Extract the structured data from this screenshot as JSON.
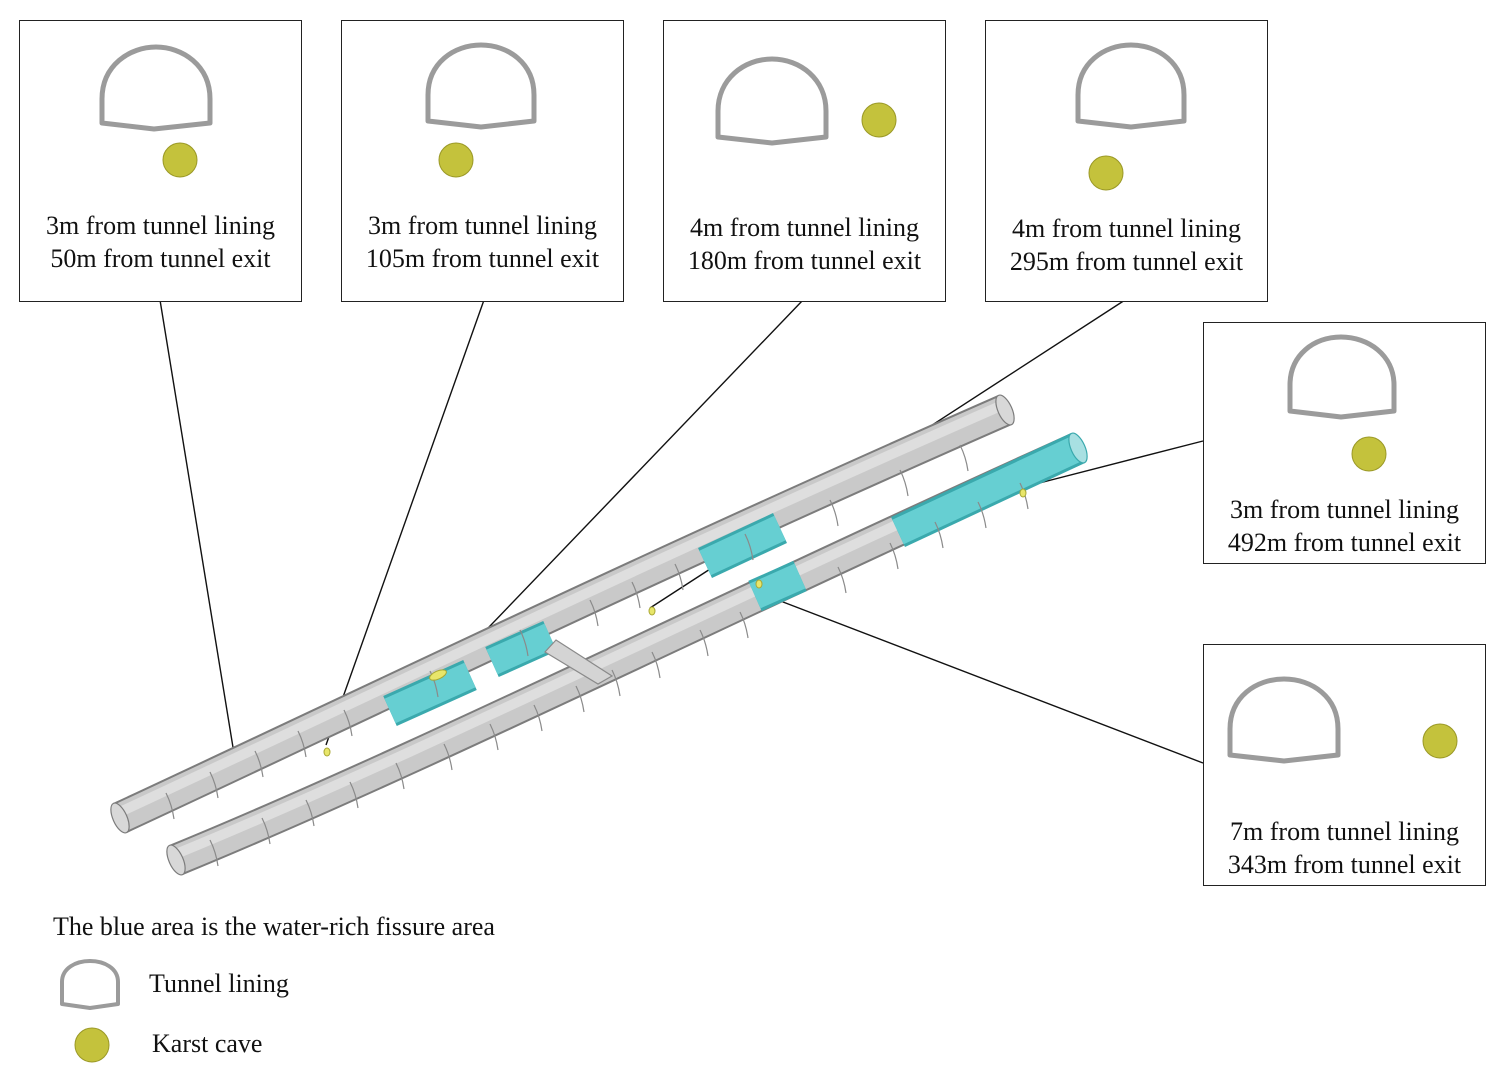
{
  "callouts": [
    {
      "line1": "3m from tunnel lining",
      "line2": "50m from tunnel exit"
    },
    {
      "line1": "3m from tunnel lining",
      "line2": "105m from tunnel exit"
    },
    {
      "line1": "4m from tunnel lining",
      "line2": "180m from tunnel exit"
    },
    {
      "line1": "4m from tunnel lining",
      "line2": "295m from tunnel exit"
    },
    {
      "line1": "3m from tunnel lining",
      "line2": "492m from tunnel exit"
    },
    {
      "line1": "7m from tunnel lining",
      "line2": "343m from tunnel exit"
    }
  ],
  "note": "The blue area is the water-rich fissure area",
  "legend": {
    "lining_label": "Tunnel lining",
    "cave_label": "Karst cave"
  },
  "colors": {
    "lining_stroke": "#9b9b9b",
    "cave_fill": "#c4c23c",
    "water_rich": "#5cc8cc",
    "tunnel_gray": "#bdbdbd"
  }
}
